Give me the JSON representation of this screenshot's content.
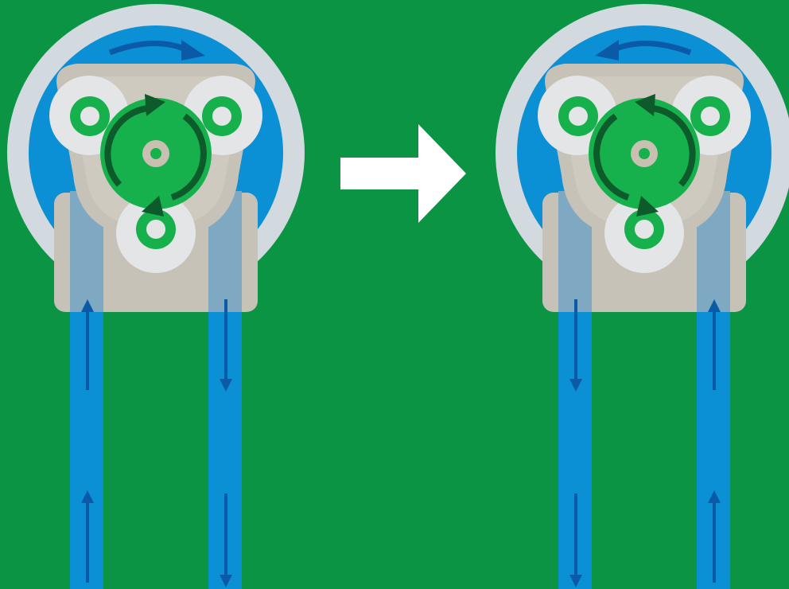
{
  "colors": {
    "background": "#0a9444",
    "pump_ring": "#d2d9df",
    "tube": "#0b8fd5",
    "tube_arrow": "#0a5aa8",
    "housing": "#c7c2b7",
    "housing_window": "#7fa9c3",
    "roller": "#e4e5e6",
    "rotor": "#16b04c",
    "rotor_dark": "#0d5a2b",
    "hub": "#c8c0b1",
    "transition_arrow": "#ffffff"
  },
  "diagram": {
    "panels": [
      {
        "name": "pump-before",
        "rotation": "clockwise",
        "left_tube_flow": "up",
        "right_tube_flow": "down"
      },
      {
        "name": "pump-after",
        "rotation": "counterclockwise",
        "left_tube_flow": "down",
        "right_tube_flow": "up"
      }
    ],
    "transition": "right-arrow"
  }
}
